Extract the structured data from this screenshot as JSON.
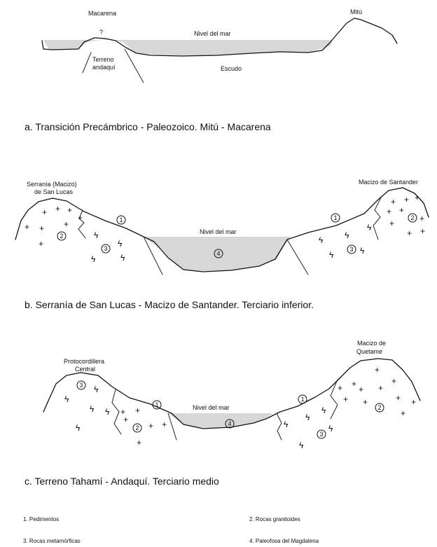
{
  "panels": [
    {
      "id": "a",
      "labels": {
        "left_peak": "Macarena",
        "right_peak": "Mitú",
        "question": "?",
        "sea_level": "Nivel del mar",
        "terrain_line1": "Terreno",
        "terrain_line2": "andaquí",
        "shield": "Escudo"
      },
      "caption": "a. Transición Precámbrico - Paleozoico. Mitú - Macarena"
    },
    {
      "id": "b",
      "labels": {
        "left_line1": "Serranía (Macizo)",
        "left_line2": "de San Lucas",
        "right": "Macizo de Santander",
        "sea_level": "Nivel del mar"
      },
      "caption": "b. Serranía de San Lucas - Macizo de Santander. Terciario inferior."
    },
    {
      "id": "c",
      "labels": {
        "left_line1": "Protocordillera",
        "left_line2": "Central",
        "right_line1": "Macizo de",
        "right_line2": "Quetame",
        "sea_level": "Nivel del mar"
      },
      "caption": "c. Terreno Tahamí - Andaquí. Terciario medio"
    }
  ],
  "symbols": {
    "granite": "+",
    "metamorphic": "ϟ"
  },
  "unit_numbers": [
    "1",
    "2",
    "3",
    "4"
  ],
  "legend": [
    "1. Pedimentos",
    "2. Rocas granitoides",
    "3. Rocas metamórficas",
    "4. Paleofosa del Magdalena"
  ]
}
